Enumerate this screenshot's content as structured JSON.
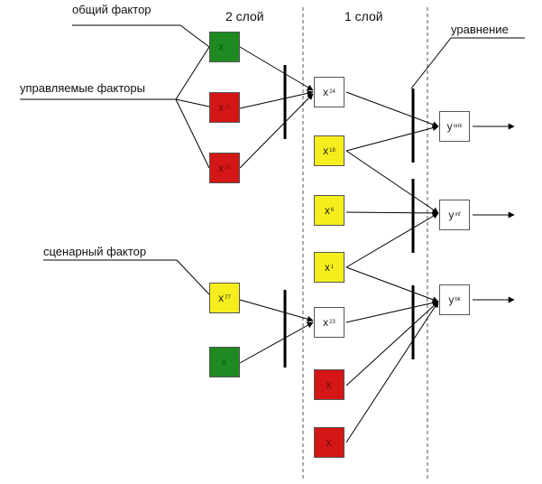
{
  "headers": {
    "layer2": "2 слой",
    "layer1": "1 слой"
  },
  "labels": {
    "common": "общий фактор",
    "controlled": "управляемые факторы",
    "scenario": "сценарный фактор",
    "equation": "уравнение"
  },
  "nodes": {
    "x14": {
      "sym": "x",
      "sub": "14",
      "color": "#1e8a21"
    },
    "x22": {
      "sym": "x",
      "sub": "22",
      "color": "#d41616"
    },
    "x16": {
      "sym": "x",
      "sub": "16",
      "color": "#d41616"
    },
    "x77": {
      "sym": "x",
      "sub": "77",
      "color": "#f6ee1c"
    },
    "x2g": {
      "sym": "x",
      "sub": "",
      "color": "#1e8a21"
    },
    "x24": {
      "sym": "x",
      "sub": "24",
      "color": "#ffffff"
    },
    "x18": {
      "sym": "x",
      "sub": "18",
      "color": "#f6ee1c"
    },
    "x6": {
      "sym": "x",
      "sub": "6",
      "color": "#f6ee1c"
    },
    "x1": {
      "sym": "x",
      "sub": "1",
      "color": "#f6ee1c"
    },
    "x23": {
      "sym": "x",
      "sub": "23",
      "color": "#ffffff"
    },
    "xr1": {
      "sym": "x",
      "sub": "",
      "color": "#d41616"
    },
    "xr2": {
      "sym": "x",
      "sub": "",
      "color": "#d41616"
    },
    "yonk": {
      "sym": "y",
      "sub": "onk",
      "color": "#ffffff"
    },
    "yinf": {
      "sym": "y",
      "sub": "inf",
      "color": "#ffffff"
    },
    "ybk": {
      "sym": "y",
      "sub": "bk",
      "color": "#ffffff"
    }
  }
}
